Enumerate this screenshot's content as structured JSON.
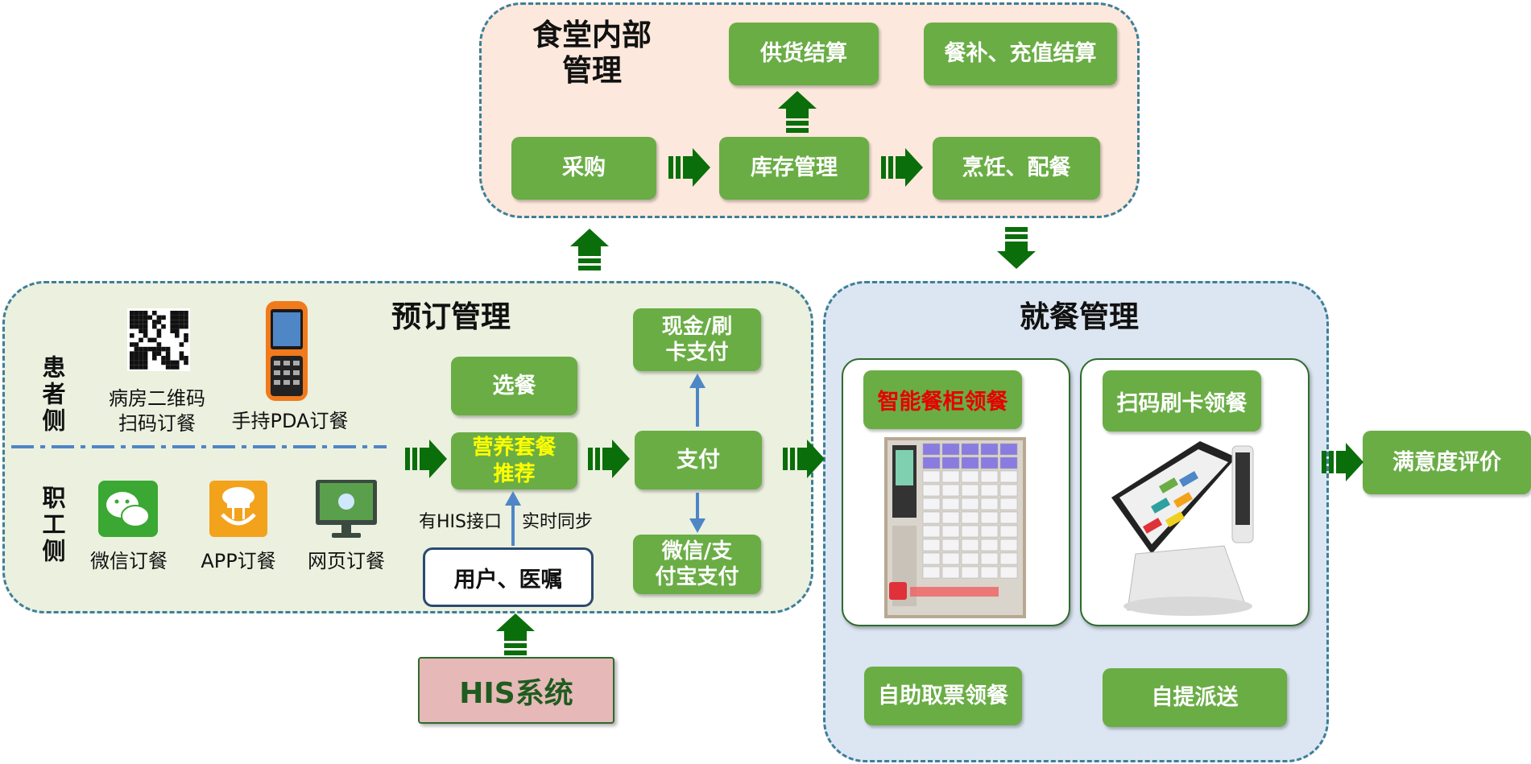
{
  "canteen": {
    "title_line1": "食堂内部",
    "title_line2": "管理",
    "supply_settle": "供货结算",
    "subsidy_settle": "餐补、充值结算",
    "purchase": "采购",
    "inventory": "库存管理",
    "cooking": "烹饪、配餐"
  },
  "booking": {
    "title": "预订管理",
    "patient_side": "患者侧",
    "staff_side": "职工侧",
    "qr_label_line1": "病房二维码",
    "qr_label_line2": "扫码订餐",
    "pda_label": "手持PDA订餐",
    "wechat_label": "微信订餐",
    "app_label": "APP订餐",
    "web_label": "网页订餐",
    "choose_meal": "选餐",
    "nutrition_line1": "营养套餐",
    "nutrition_line2": "推荐",
    "his_interface": "有HIS接口",
    "realtime_sync": "实时同步",
    "user_order": "用户、医嘱",
    "pay": "支付",
    "cash_line1": "现金/刷",
    "cash_line2": "卡支付",
    "wx_line1": "微信/支",
    "wx_line2": "付宝支付"
  },
  "his": {
    "label": "HIS系统"
  },
  "dining": {
    "title": "就餐管理",
    "smart_cabinet": "智能餐柜领餐",
    "scan_card": "扫码刷卡领餐",
    "self_ticket": "自助取票领餐",
    "self_pickup": "自提派送"
  },
  "satisfaction": {
    "label": "满意度评价"
  },
  "colors": {
    "green_box": "#6aad45",
    "dark_arrow": "#0a6e0a",
    "blue_arrow": "#4f86c6",
    "canteen_bg": "#fce8dc",
    "booking_bg": "#ebf0df",
    "dining_bg": "#dce6f2",
    "his_bg": "#e6b9b8",
    "highlight_yellow": "#ffff00",
    "highlight_red": "#e60000"
  }
}
